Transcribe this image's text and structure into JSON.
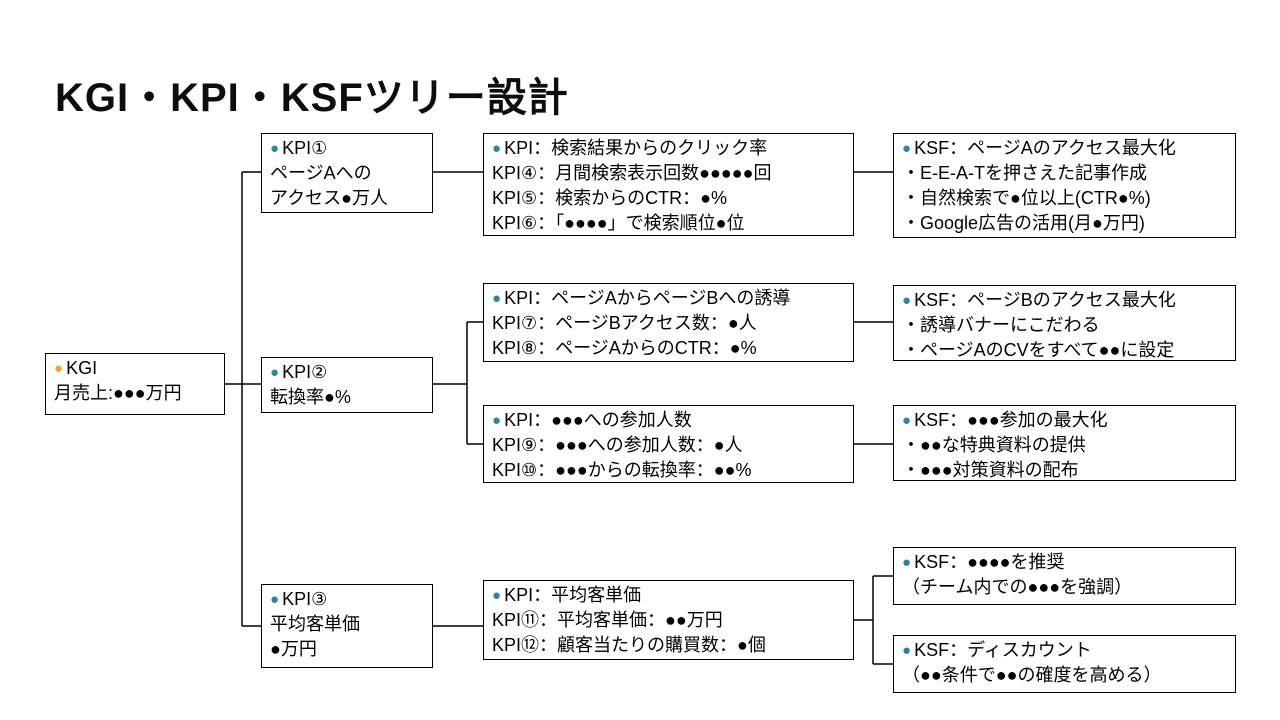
{
  "title": "KGI・KPI・KSFツリー設計",
  "glyphs": {
    "bullet": "●"
  },
  "colors": {
    "kgi_bullet": "#F0A432",
    "kpi_bullet": "#31849B",
    "line": "#000000"
  },
  "nodes": {
    "kgi": {
      "header": "KGI",
      "lines": [
        "月売上:●●●万円"
      ]
    },
    "kpi1": {
      "header": "KPI①",
      "lines": [
        "ページAへの",
        "アクセス●万人"
      ]
    },
    "kpi2": {
      "header": "KPI②",
      "lines": [
        "転換率●%"
      ]
    },
    "kpi3": {
      "header": "KPI③",
      "lines": [
        "平均客単価",
        "●万円"
      ]
    },
    "detail1": {
      "header": "KPI：検索結果からのクリック率",
      "lines": [
        "KPI④：月間検索表示回数●●●●●回",
        "KPI⑤：検索からのCTR：●%",
        "KPI⑥：「●●●●」で検索順位●位"
      ]
    },
    "detail2": {
      "header": "KPI：ページAからページBへの誘導",
      "lines": [
        "KPI⑦：ページBアクセス数：●人",
        "KPI⑧：ページAからのCTR：●%"
      ]
    },
    "detail3": {
      "header": "KPI：●●●への参加人数",
      "lines": [
        "KPI⑨：●●●への参加人数：●人",
        "KPI⑩：●●●からの転換率：●●%"
      ]
    },
    "detail4": {
      "header": "KPI：平均客単価",
      "lines": [
        "KPI⑪：平均客単価：●●万円",
        "KPI⑫：顧客当たりの購買数：●個"
      ]
    },
    "ksf1": {
      "header": "KSF：ページAのアクセス最大化",
      "lines": [
        "・E-E-A-Tを押さえた記事作成",
        "・自然検索で●位以上(CTR●%)",
        "・Google広告の活用(月●万円)"
      ]
    },
    "ksf2": {
      "header": "KSF：ページBのアクセス最大化",
      "lines": [
        "・誘導バナーにこだわる",
        "・ページAのCVをすべて●●に設定"
      ]
    },
    "ksf3": {
      "header": "KSF：●●●参加の最大化",
      "lines": [
        "・●●な特典資料の提供",
        "・●●●対策資料の配布"
      ]
    },
    "ksf4": {
      "header": "KSF：●●●●を推奨",
      "lines": [
        "（チーム内での●●●を強調）"
      ]
    },
    "ksf5": {
      "header": "KSF：ディスカウント",
      "lines": [
        "（●●条件で●●の確度を高める）"
      ]
    }
  }
}
